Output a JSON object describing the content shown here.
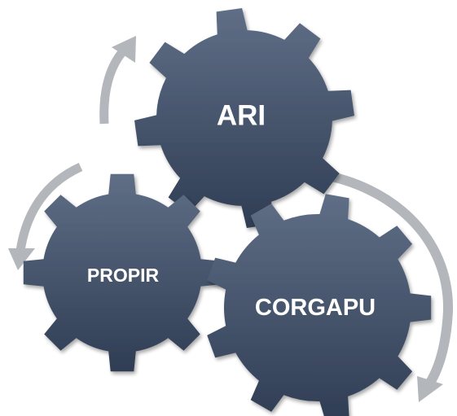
{
  "diagram": {
    "gears": [
      {
        "id": "ari",
        "label": "ARI"
      },
      {
        "id": "propir",
        "label": "PROPIR"
      },
      {
        "id": "corgapu",
        "label": "CORGAPU"
      }
    ]
  },
  "colors": {
    "gear_top": "#5f6e86",
    "gear_bottom": "#2f3d54",
    "arrow": "#b3b6ba",
    "label": "#ffffff"
  }
}
